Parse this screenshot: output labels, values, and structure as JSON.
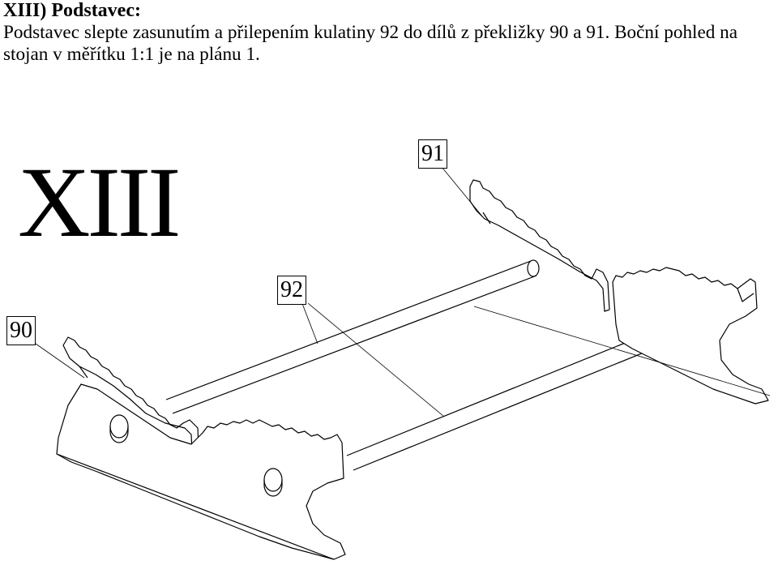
{
  "heading": "XIII) Podstavec:",
  "paragraph": "Podstavec slepte zasunutím a přilepením kulatiny 92 do dílů z překližky 90 a 91. Boční pohled na stojan v měřítku 1:1 je na plánu 1.",
  "step_label": "XIII",
  "callouts": {
    "part_91": "91",
    "part_92": "92",
    "part_90": "90"
  }
}
